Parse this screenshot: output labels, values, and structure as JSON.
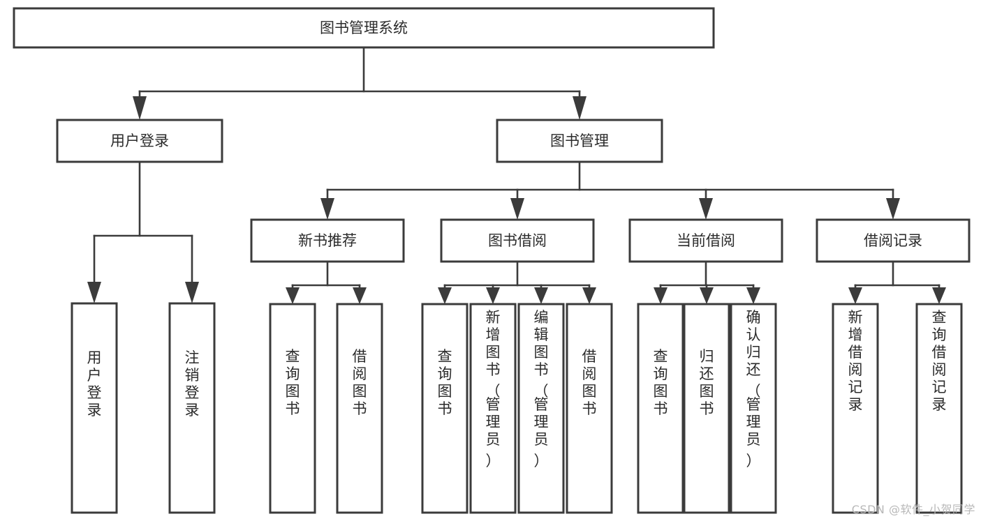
{
  "diagram": {
    "type": "tree",
    "title": "图书管理系统",
    "orientation": "top-down",
    "background_color": "#ffffff",
    "box_stroke_color": "#3b3b3b",
    "text_color": "#2b2b2b",
    "connector_color": "#3b3b3b"
  },
  "nodes": {
    "root": {
      "label": "图书管理系统",
      "level": 0
    },
    "level1": [
      {
        "label": "用户登录",
        "level": 1
      },
      {
        "label": "图书管理",
        "level": 1
      }
    ],
    "level2": [
      {
        "label": "新书推荐",
        "level": 2
      },
      {
        "label": "图书借阅",
        "level": 2
      },
      {
        "label": "当前借阅",
        "level": 2
      },
      {
        "label": "借阅记录",
        "level": 2
      }
    ],
    "leaves": {
      "user_login": [
        {
          "label": "用户登录"
        },
        {
          "label": "注销登录"
        }
      ],
      "new_book_recommend": [
        {
          "label": "查询图书"
        },
        {
          "label": "借阅图书"
        }
      ],
      "book_borrow": [
        {
          "label": "查询图书"
        },
        {
          "label": "新增图书（管理员）"
        },
        {
          "label": "编辑图书（管理员）"
        },
        {
          "label": "借阅图书"
        }
      ],
      "current_borrow": [
        {
          "label": "查询图书"
        },
        {
          "label": "归还图书"
        },
        {
          "label": "确认归还（管理员）"
        }
      ],
      "borrow_record": [
        {
          "label": "新增借阅记录"
        },
        {
          "label": "查询借阅记录"
        }
      ]
    }
  },
  "watermark": {
    "text": "CSDN @软件_小贺同学"
  }
}
